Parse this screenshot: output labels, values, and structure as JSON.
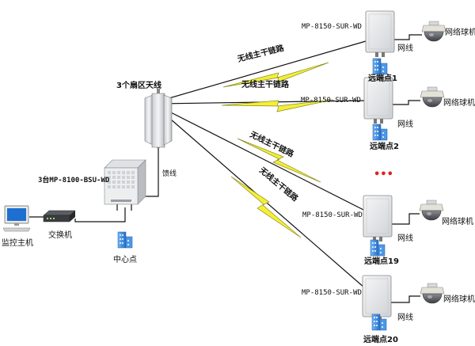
{
  "center": {
    "antenna_label": "3个扇区天线",
    "bsu_label": "3台MP-8100-BSU-WD",
    "feeder_label": "馈线",
    "switch_label": "交换机",
    "pc_label": "监控主机",
    "center_label": "中心点"
  },
  "links": [
    {
      "label": "无线主干链路"
    },
    {
      "label": "无线主干链路"
    },
    {
      "label": "无线主干链路"
    },
    {
      "label": "无线主干链路"
    }
  ],
  "remotes": [
    {
      "model": "MP-8150-SUR-WD",
      "name": "远端点1",
      "cable": "网线",
      "camera": "网络球机"
    },
    {
      "model": "MP-8150-SUR-WD",
      "name": "远端点2",
      "cable": "网线",
      "camera": "网络球机"
    },
    {
      "model": "MP-8150-SUR-WD",
      "name": "远端点19",
      "cable": "网线",
      "camera": "网络球机"
    },
    {
      "model": "MP-8150-SUR-WD",
      "name": "远端点20",
      "cable": "网线",
      "camera": "网络球机"
    }
  ],
  "ellipsis": "•••",
  "colors": {
    "line": "#111111",
    "bolt_fill": "#f3ef39",
    "bolt_stroke": "#8c8a1c",
    "dots": "#e02020",
    "building": "#3f8fe0"
  }
}
